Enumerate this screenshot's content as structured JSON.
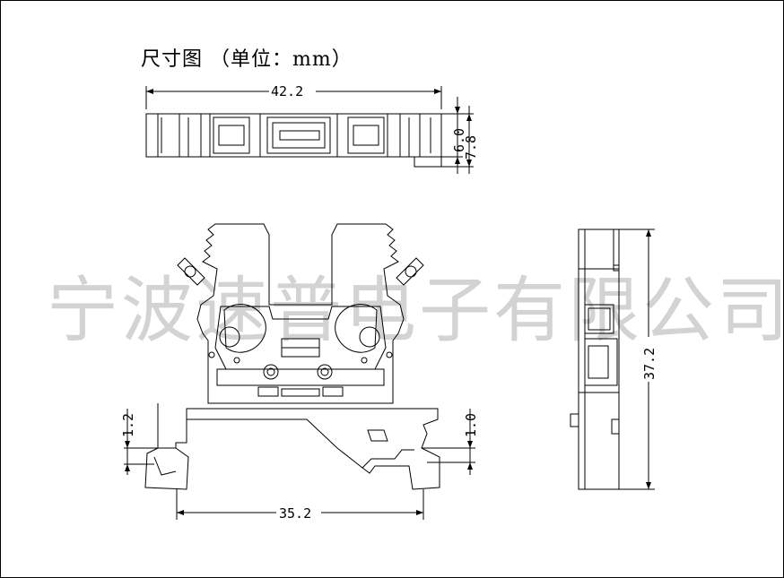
{
  "title": "尺寸图 （单位：mm）",
  "watermark": "宁波速普电子有限公司",
  "dimensions": {
    "top_width": "42.2",
    "top_height_inner": "6.0",
    "top_height_outer": "7.8",
    "front_height_left": "1.2",
    "front_height_right": "1.0",
    "front_width": "35.2",
    "side_height": "37.2"
  }
}
